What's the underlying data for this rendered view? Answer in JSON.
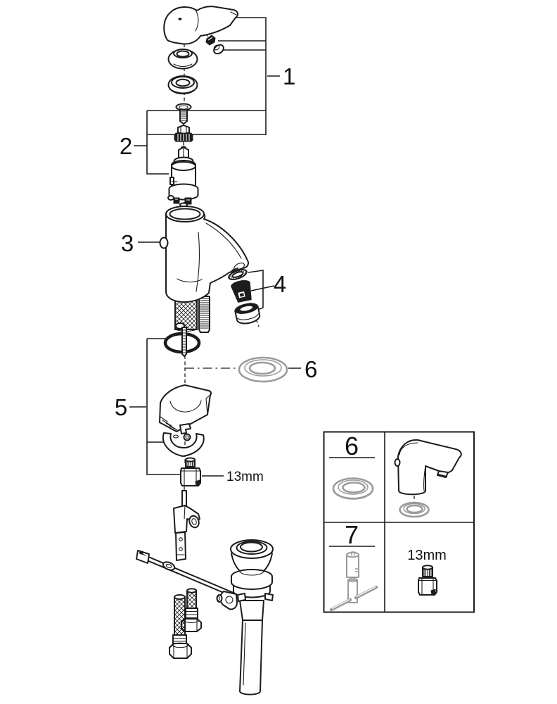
{
  "figure": {
    "kind": "exploded-parts-diagram",
    "subject": "single-lever basin mixer tap with pop-up waste set"
  },
  "callouts": {
    "c1": "1",
    "c2": "2",
    "c3": "3",
    "c4": "4",
    "c5": "5",
    "c6": "6",
    "wrench_size": "13mm"
  },
  "inset": {
    "gasket_cell_label": "6",
    "tool_cell_label": "7",
    "wrench_size": "13mm"
  },
  "parts": {
    "assembly1": [
      "lever-handle",
      "grub-screw",
      "cover-cap",
      "dome-ring",
      "escutcheon-ring"
    ],
    "assembly2": [
      "fixing-screw",
      "adapter",
      "cartridge"
    ],
    "part3": "mixer-body",
    "assembly4": [
      "aerator-washer",
      "aerator-insert",
      "aerator-housing"
    ],
    "assembly5": [
      "o-ring",
      "stabilizer-wedge",
      "horseshoe-washer",
      "mounting-nut"
    ],
    "part6": "base-gasket",
    "part7": "mounting-tool",
    "bottom": [
      "pull-rod",
      "rod-clamp",
      "ball-rod",
      "supply-hose",
      "pop-up-waste"
    ]
  },
  "colors": {
    "line": "#1c1c1c",
    "muted": "#9b9b9b",
    "paper": "#ffffff",
    "text": "#111111"
  }
}
